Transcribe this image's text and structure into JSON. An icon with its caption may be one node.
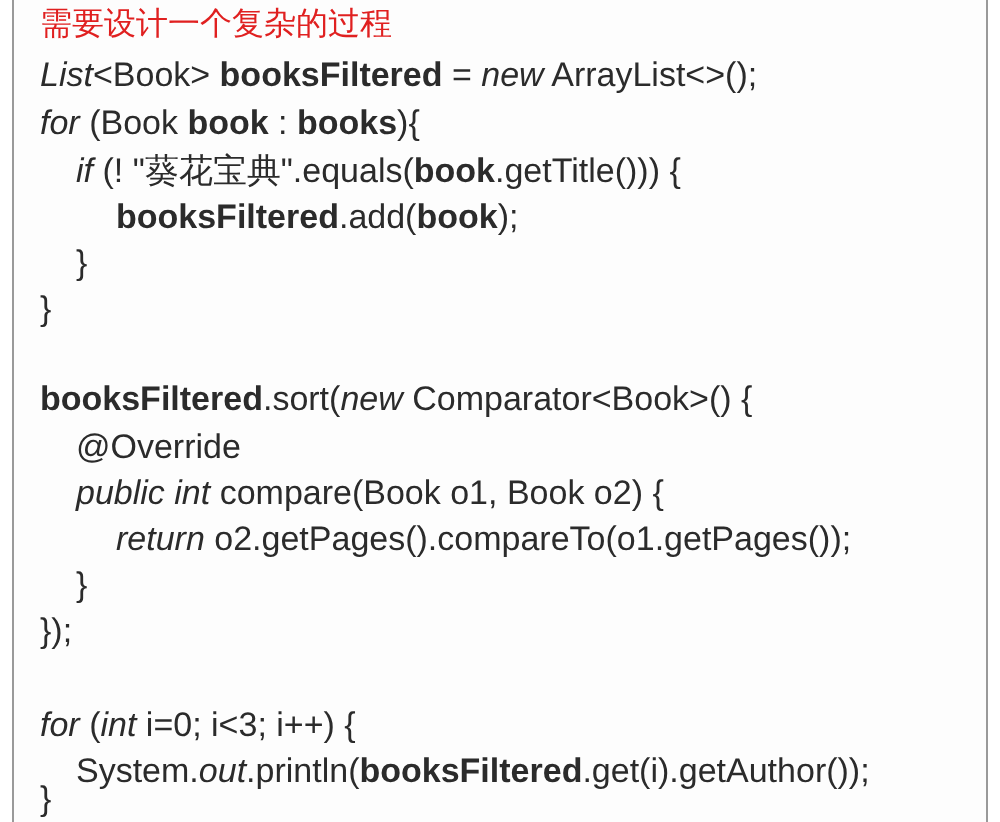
{
  "diagram": {
    "title": "需要设计一个复杂的过程",
    "labels": [
      "*List*<Book> **booksFiltered** = *new* ArrayList<>();",
      "*for* (Book **book** : **books**){",
      "*if* (! \"葵花宝典\".equals(**book**.getTitle())) {",
      "**booksFiltered**.add(**book**);",
      "}",
      "}",
      "**booksFiltered**.sort(*new* Comparator<Book>() {",
      "@Override",
      "*public int* compare(Book o1, Book o2) {",
      "*return* o2.getPages().compareTo(o1.getPages());",
      "}",
      "});",
      "*for* (*int* i=0; i<3; i++) {",
      "System.*out*.println(**booksFiltered**.get(i).getAuthor());",
      "}"
    ]
  }
}
